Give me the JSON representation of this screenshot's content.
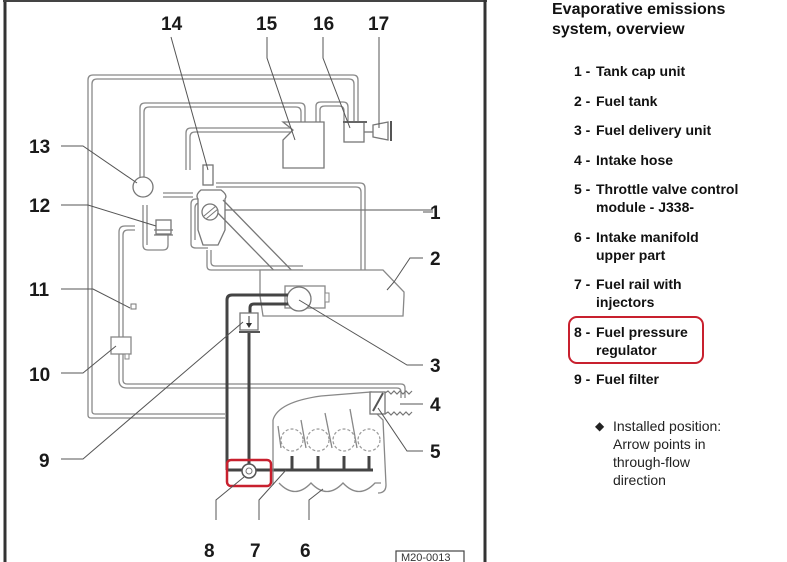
{
  "panel": {
    "title_line1": "Evaporative emissions",
    "title_line2": "system, overview"
  },
  "legend": [
    {
      "num": "1 -",
      "text": "Tank cap unit",
      "highlighted": false
    },
    {
      "num": "2 -",
      "text": "Fuel tank",
      "highlighted": false
    },
    {
      "num": "3 -",
      "text": "Fuel delivery unit",
      "highlighted": false
    },
    {
      "num": "4 -",
      "text": "Intake hose",
      "highlighted": false
    },
    {
      "num": "5 -",
      "text": "Throttle valve control module - J338-",
      "highlighted": false
    },
    {
      "num": "6 -",
      "text": "Intake manifold upper part",
      "highlighted": false
    },
    {
      "num": "7 -",
      "text": "Fuel rail with injectors",
      "highlighted": false
    },
    {
      "num": "8 -",
      "text": "Fuel pressure regulator",
      "highlighted": true
    },
    {
      "num": "9 -",
      "text": "Fuel filter",
      "highlighted": false
    }
  ],
  "note": {
    "bullet_icon": "diamond-bullet-icon",
    "text": "Installed position: Arrow points in through-flow direction"
  },
  "diagram": {
    "callouts": [
      "1",
      "2",
      "3",
      "4",
      "5",
      "6",
      "7",
      "8",
      "9",
      "10",
      "11",
      "12",
      "13",
      "14",
      "15",
      "16",
      "17"
    ],
    "reference_code": "M20-0013",
    "highlight_color": "#c8202e",
    "highlighted_part": "8"
  }
}
